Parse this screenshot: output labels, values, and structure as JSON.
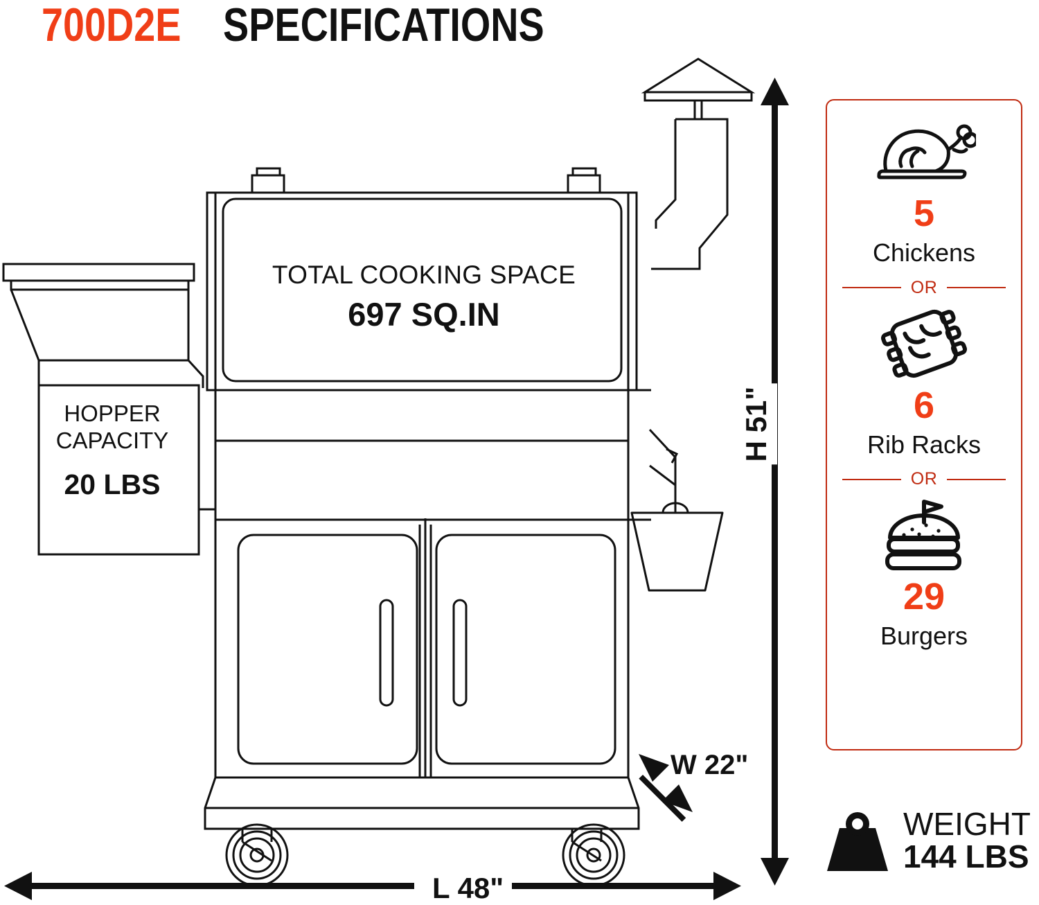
{
  "title": {
    "model": "700D2E",
    "word": "SPECIFICATIONS"
  },
  "colors": {
    "accent_orange": "#F03E17",
    "accent_red_border": "#C02A10",
    "line": "#111111",
    "background": "#FFFFFF"
  },
  "grill": {
    "cooking_space": {
      "label": "TOTAL COOKING SPACE",
      "value": "697 SQ.IN"
    },
    "hopper": {
      "label_line1": "HOPPER",
      "label_line2": "CAPACITY",
      "value": "20 LBS"
    },
    "parts": [
      "chimney-cap",
      "chimney-stack",
      "lid",
      "lid-handle-left",
      "lid-handle-right",
      "control-band",
      "cabinet-door-left",
      "cabinet-door-right",
      "door-handle-left",
      "door-handle-right",
      "base-plinth",
      "caster-wheel-left",
      "caster-wheel-right",
      "grease-bucket",
      "hopper-lid"
    ]
  },
  "dimensions": {
    "height": "H 51\"",
    "length": "L 48\"",
    "width": "W 22\""
  },
  "capacity_panel": {
    "divider_label": "OR",
    "items": [
      {
        "icon": "roast-chicken-icon",
        "count": "5",
        "label": "Chickens"
      },
      {
        "icon": "rib-rack-icon",
        "count": "6",
        "label": "Rib Racks"
      },
      {
        "icon": "burger-icon",
        "count": "29",
        "label": "Burgers"
      }
    ]
  },
  "weight": {
    "icon": "weight-icon",
    "title": "WEIGHT",
    "value": "144 LBS"
  }
}
